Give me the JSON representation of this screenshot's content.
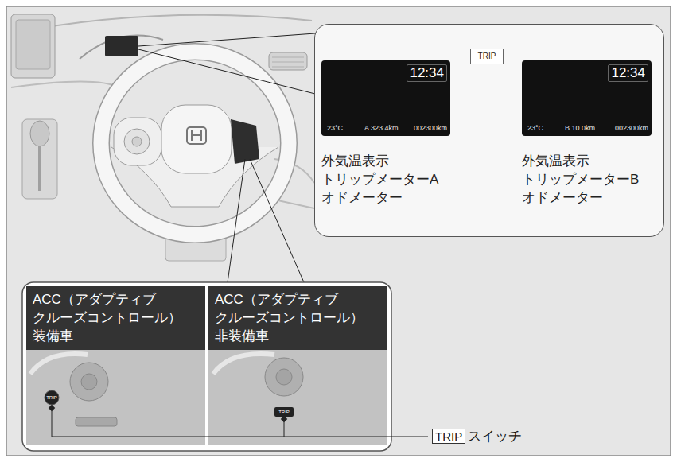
{
  "diagram": {
    "nodes": [
      {
        "text": [
          "外気温表示 トリップメーターA オドメーター",
          "外気温表示 トリップメーターB オドメーター"
        ]
      },
      {
        "text": [
          "12:34",
          "23°C",
          "A 323.4km",
          "002300km"
        ],
        "in": 0
      },
      {
        "text": [
          "12:34",
          "23°C",
          "B 10.0km",
          "002300km"
        ],
        "in": 0
      },
      {
        "text": [
          "TRIP"
        ],
        "in": 0
      },
      {
        "text": [
          "ACC（アダプティブ クルーズコントロール） 装備車"
        ]
      },
      {
        "text": [
          "ACC（アダプティブ クルーズコントロール） 非装備車"
        ]
      },
      {
        "text": [
          "TRIP"
        ]
      }
    ],
    "edges": [
      {
        "from": 1,
        "to": 2,
        "arrow": "to"
      },
      {
        "from": 2,
        "to": 1,
        "arrow": "to"
      }
    ],
    "labels": [
      "スイッチ",
      "TRIP",
      "TRIP"
    ]
  }
}
